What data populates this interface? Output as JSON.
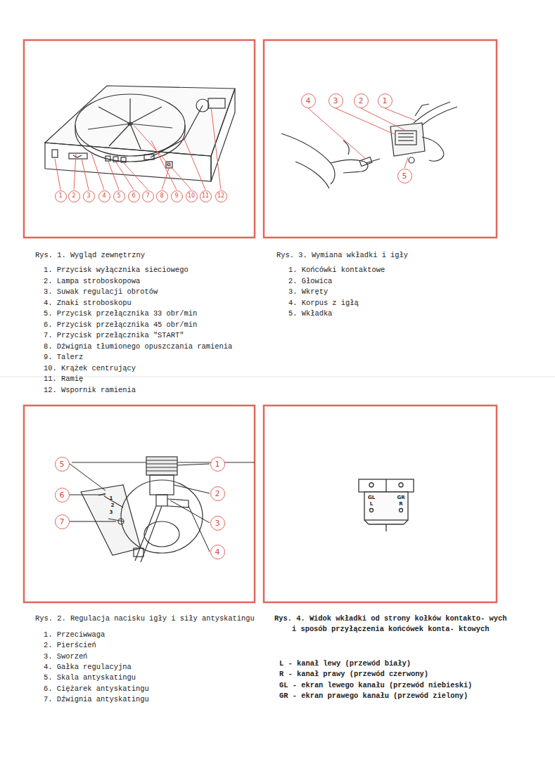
{
  "diagram": {
    "labels": [
      "1",
      "2",
      "3",
      "4",
      "5",
      "6",
      "7",
      "8",
      "9",
      "10",
      "11",
      "12",
      "4",
      "3",
      "2",
      "1",
      "5",
      "Rys. 1. Wygląd zewnętrzny",
      "1. Przycisk wyłącznika sieciowego",
      "2. Lampa stroboskopowa",
      "3. Suwak regulacji obrotów",
      "4. Znaki stroboskopu",
      "5. Przycisk przełącznika 33 obr/min",
      "6. Przycisk przełącznika 45 obr/min",
      "7. Przycisk przełącznika \"START\"",
      "8. Dźwignia tłumionego opuszczania ramienia",
      "9. Talerz",
      "10. Krążek centrujący",
      "11. Ramię",
      "12. Wspornik ramienia",
      "Rys. 3. Wymiana wkładki i igły",
      "1. Końcówki kontaktowe",
      "2. Głowica",
      "3. Wkręty",
      "4. Korpus z igłą",
      "5. Wkładka",
      "1",
      "2",
      "3",
      "4",
      "5",
      "6",
      "7",
      "1",
      "2",
      "3",
      "GL",
      "GR",
      "L",
      "R",
      "Rys. 2. Regulacja nacisku igły i siły antyskatingu",
      "1. Przeciwwaga",
      "2. Pierścień",
      "3. Sworzeń",
      "4. Gałka regulacyjna",
      "5. Skala antyskatingu",
      "6. Ciężarek antyskatingu",
      "7. Dźwignia antyskatingu",
      "Rys. 4. Widok wkładki od strony kołków kontakto- wych i sposób przyłączenia końcówek konta- ktowych",
      "L - kanał lewy (przewód biały)",
      "R - kanał prawy (przewód czerwony)",
      "GL - ekran lewego kanału (przewód niebieski)",
      "GR - ekran prawego kanału (przewód zielony)"
    ]
  }
}
